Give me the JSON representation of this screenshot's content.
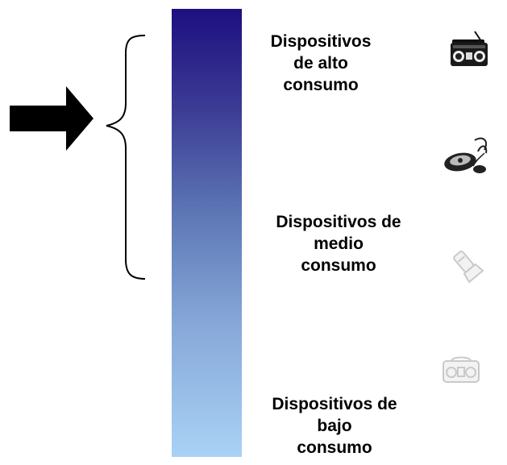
{
  "diagram": {
    "bar_colors": {
      "top": "#1e0f80",
      "bottom": "#a9d2f5"
    },
    "labels": {
      "high": [
        "Dispositivos",
        "de alto",
        "consumo"
      ],
      "medium": [
        "Dispositivos de",
        "medio",
        "consumo"
      ],
      "low": [
        "Dispositivos de",
        "bajo",
        "consumo"
      ]
    },
    "icons": [
      "boombox-icon",
      "portable-cd-player-icon",
      "flashlight-icon",
      "radio-icon"
    ]
  }
}
